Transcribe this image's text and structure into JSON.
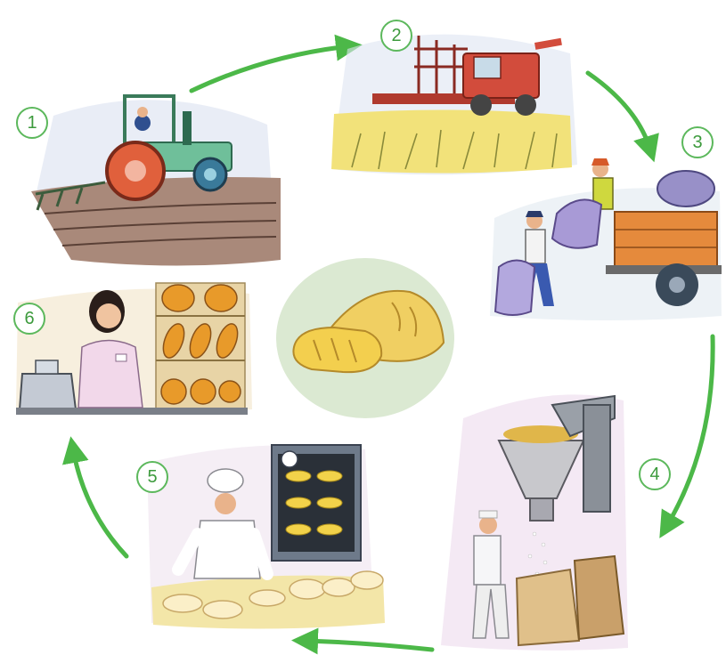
{
  "diagram": {
    "steps": [
      {
        "number": "1",
        "scene": "plowing-field"
      },
      {
        "number": "2",
        "scene": "harvesting-wheat"
      },
      {
        "number": "3",
        "scene": "loading-grain-sacks"
      },
      {
        "number": "4",
        "scene": "milling-flour"
      },
      {
        "number": "5",
        "scene": "baking-bread"
      },
      {
        "number": "6",
        "scene": "selling-bread"
      }
    ],
    "center": {
      "scene": "loaves-of-bread"
    },
    "colors": {
      "arrow": "#4cb848",
      "badge_border": "#5cb85c",
      "badge_text": "#3c9a3c",
      "center_circle": "#dbe9d2"
    }
  }
}
